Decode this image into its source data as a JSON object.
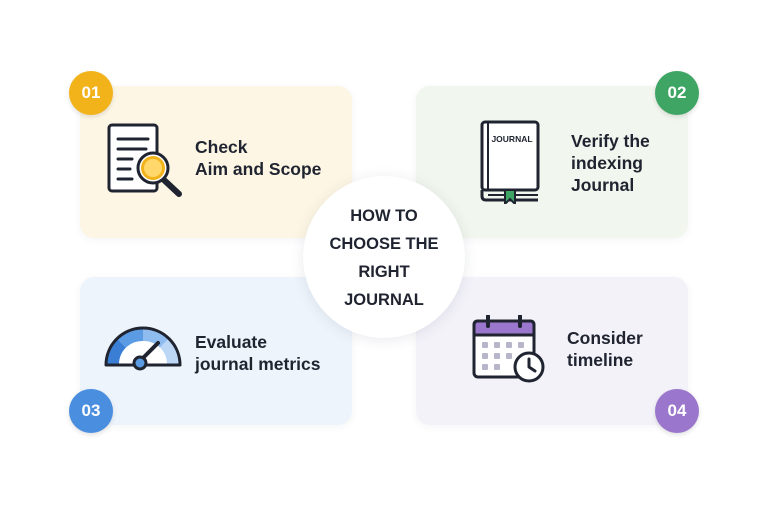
{
  "center": {
    "title_lines": [
      "HOW TO",
      "CHOOSE THE",
      "RIGHT",
      "JOURNAL"
    ]
  },
  "steps": [
    {
      "number": "01",
      "lines": [
        "Check",
        "Aim and Scope"
      ],
      "icon": "document-magnifier-icon",
      "color": "#f2b21a"
    },
    {
      "number": "02",
      "lines": [
        "Verify the",
        "indexing",
        "Journal"
      ],
      "icon": "journal-book-icon",
      "book_label": "JOURNAL",
      "color": "#3ea564"
    },
    {
      "number": "03",
      "lines": [
        "Evaluate",
        "journal metrics"
      ],
      "icon": "gauge-icon",
      "color": "#4a8ee0"
    },
    {
      "number": "04",
      "lines": [
        "Consider",
        "timeline"
      ],
      "icon": "calendar-clock-icon",
      "color": "#9a76cc"
    }
  ]
}
